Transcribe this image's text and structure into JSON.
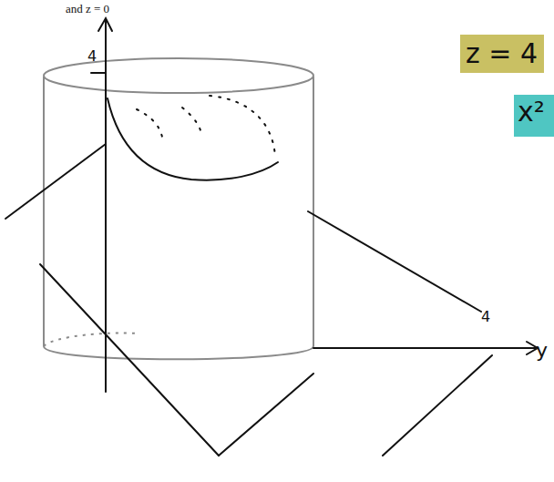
{
  "diagram": {
    "nodes": [
      {
        "text": [
          "z = 4"
        ]
      },
      {
        "text": [
          "x²"
        ]
      }
    ],
    "labels": [
      "and z = 0",
      "4",
      "4",
      "y"
    ]
  }
}
